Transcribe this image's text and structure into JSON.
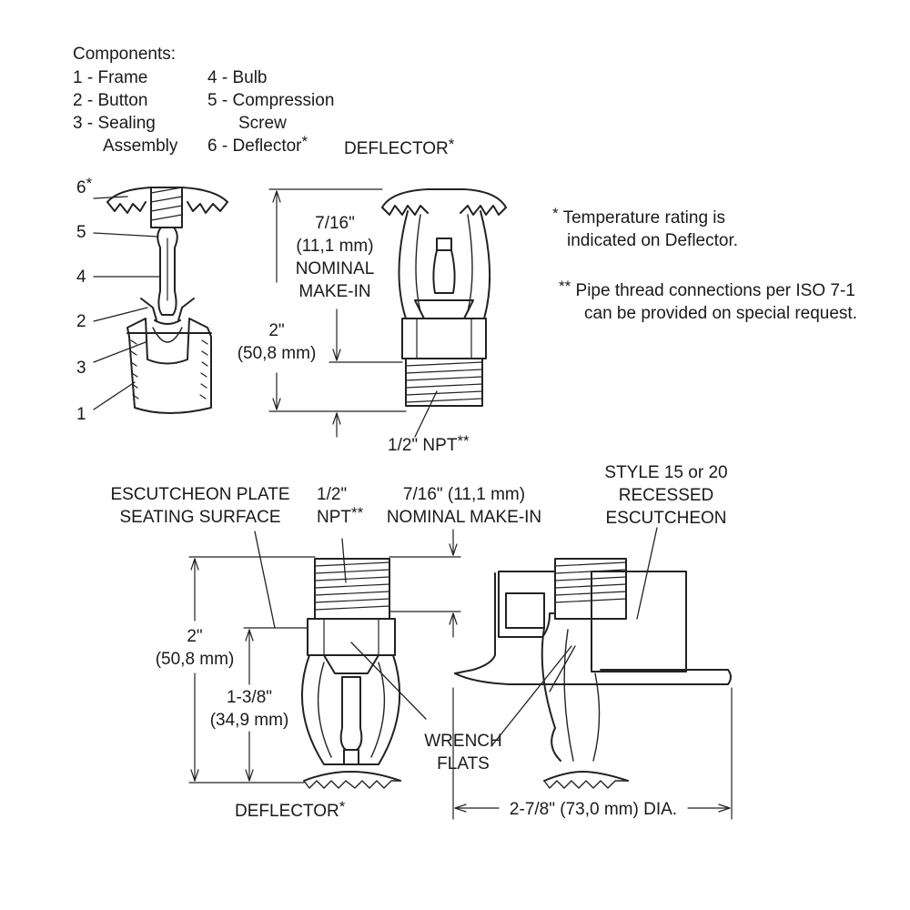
{
  "components": {
    "heading": "Components:",
    "items": [
      {
        "num": "1",
        "dash": "-",
        "label": "Frame"
      },
      {
        "num": "2",
        "dash": "-",
        "label": "Button"
      },
      {
        "num": "3",
        "dash": "-",
        "label": "Sealing",
        "label2": "Assembly"
      },
      {
        "num": "4",
        "dash": "-",
        "label": "Bulb"
      },
      {
        "num": "5",
        "dash": "-",
        "label": "Compression",
        "label2": "Screw"
      },
      {
        "num": "6",
        "dash": "-",
        "label": "Deflector",
        "mark": "*"
      }
    ]
  },
  "notes": {
    "temp_mark": "*",
    "temp_line1": "Temperature rating is",
    "temp_line2": "indicated on Deflector.",
    "pipe_mark": "**",
    "pipe_line1": "Pipe thread connections per ISO 7-1",
    "pipe_line2": "can be provided on special request."
  },
  "callouts": {
    "n6": "6",
    "n6_mark": "*",
    "n5": "5",
    "n4": "4",
    "n2": "2",
    "n3": "3",
    "n1": "1"
  },
  "top_view": {
    "deflector": "DEFLECTOR",
    "deflector_mark": "*",
    "makein_1": "7/16\"",
    "makein_2": "(11,1 mm)",
    "makein_3": "NOMINAL",
    "makein_4": "MAKE-IN",
    "height_1": "2\"",
    "height_2": "(50,8 mm)",
    "npt": "1/2\" NPT",
    "npt_mark": "**"
  },
  "bottom_view": {
    "escutcheon_1": "ESCUTCHEON PLATE",
    "escutcheon_2": "SEATING SURFACE",
    "npt_1": "1/2\"",
    "npt_2": "NPT",
    "npt_mark": "**",
    "makein": "7/16\" (11,1 mm)",
    "makein_2": "NOMINAL MAKE-IN",
    "style_1": "STYLE 15 or 20",
    "style_2": "RECESSED",
    "style_3": "ESCUTCHEON",
    "height_1": "2\"",
    "height_2": "(50,8 mm)",
    "sub_1": "1-3/8\"",
    "sub_2": "(34,9 mm)",
    "wrench_1": "WRENCH",
    "wrench_2": "FLATS",
    "deflector": "DEFLECTOR",
    "deflector_mark": "*",
    "dia": "2-7/8\" (73,0 mm) DIA."
  }
}
